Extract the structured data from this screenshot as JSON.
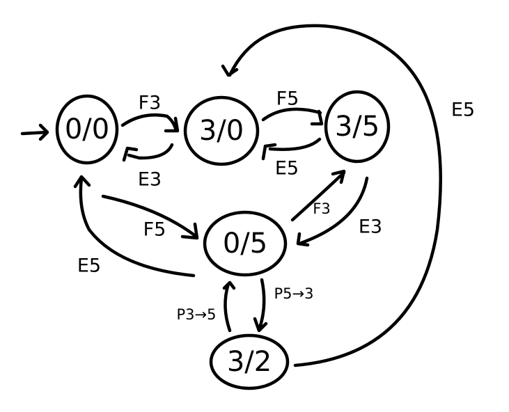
{
  "nodes": {
    "s00": {
      "label": "0/0"
    },
    "s30": {
      "label": "3/0"
    },
    "s35": {
      "label": "3/5"
    },
    "s05": {
      "label": "0/5"
    },
    "s32": {
      "label": "3/2"
    }
  },
  "edges": {
    "e00_30": {
      "label": "F3"
    },
    "e30_00": {
      "label": "E3"
    },
    "e30_35": {
      "label": "F5"
    },
    "e35_30": {
      "label": "E5"
    },
    "e00_05": {
      "label": "F5"
    },
    "e05_00": {
      "label": "E5"
    },
    "e05_35": {
      "label": "F3"
    },
    "e35_05": {
      "label": "E3"
    },
    "e05_32": {
      "label": "P5→3"
    },
    "e32_05": {
      "label": "P3→5"
    },
    "e32_30": {
      "label": "E5"
    }
  }
}
